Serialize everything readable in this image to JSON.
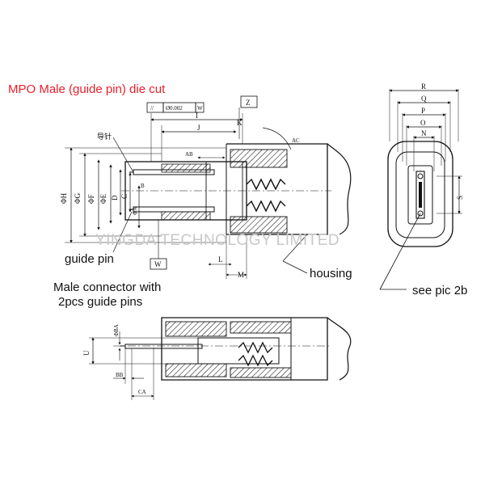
{
  "title": "MPO Male (guide pin) die cut",
  "callouts": {
    "guide_pin": "guide pin",
    "housing": "housing",
    "male_connector_line1": "Male connector with",
    "male_connector_line2": "2pcs guide pins",
    "see_pic": "see pic 2b"
  },
  "watermark": "YINGDA TECHNOLOGY LIMITED",
  "tolerance_frame": {
    "symbol": "//",
    "value": "Ø0.002",
    "datum": "W"
  },
  "chinese_label": "导针",
  "dimensions": {
    "side_top": [
      "Z",
      "I",
      "J",
      "K",
      "AB",
      "AC"
    ],
    "side_left": [
      "ΦH",
      "ΦG",
      "ΦF",
      "ΦE",
      "D",
      "C",
      "ΦA",
      "B"
    ],
    "side_bottom": [
      "W",
      "L",
      "M"
    ],
    "end_view": [
      "R",
      "Q",
      "P",
      "O",
      "N",
      "S"
    ],
    "lower_view": [
      "ΦBA",
      "U",
      "BB",
      "CA"
    ]
  },
  "colors": {
    "title": "#e8202a",
    "ink": "#111111",
    "watermark": "#c8c8c8"
  }
}
